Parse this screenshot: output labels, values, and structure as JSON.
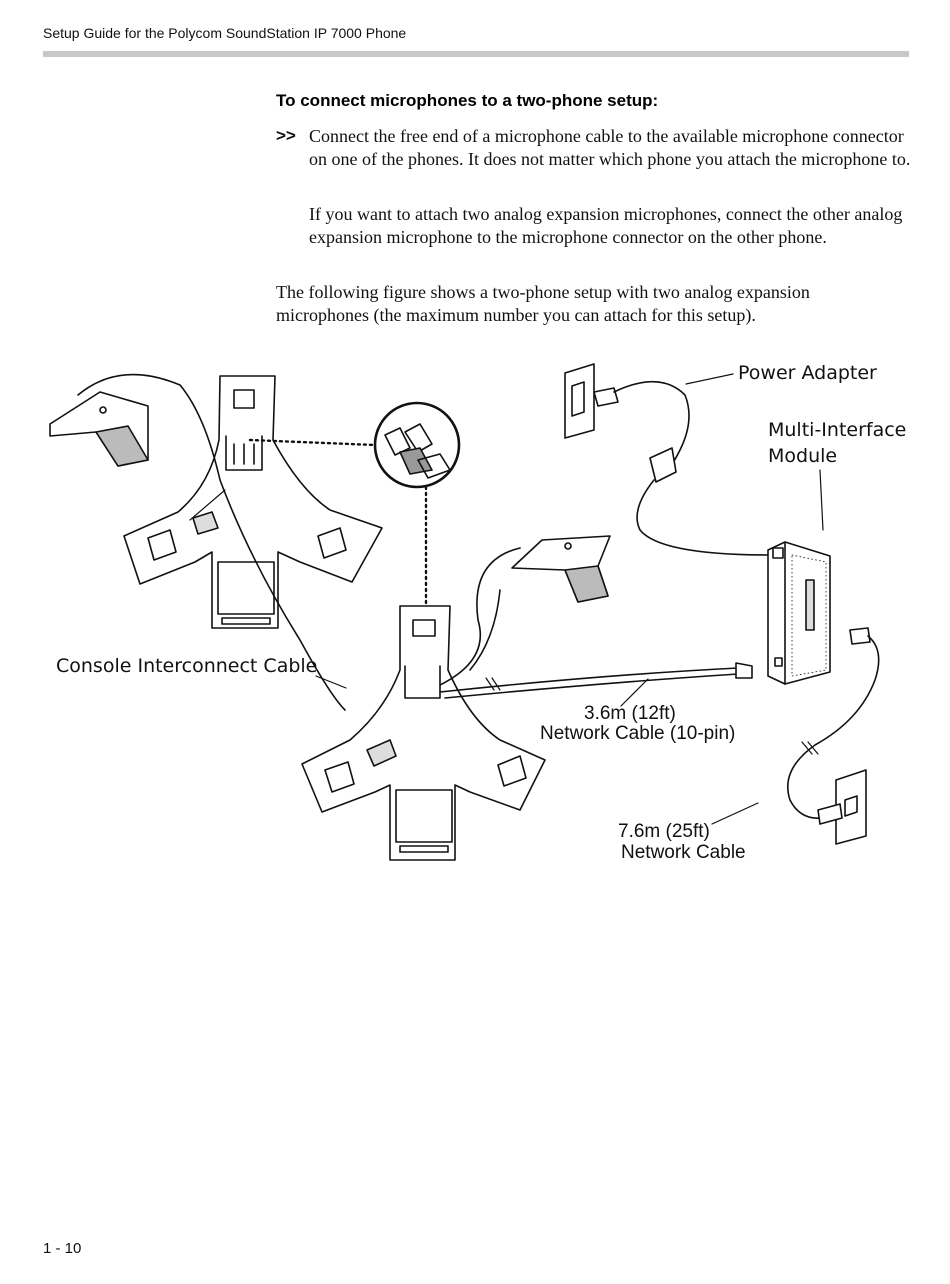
{
  "header": {
    "running_title": "Setup Guide for the Polycom SoundStation IP 7000 Phone"
  },
  "content": {
    "heading": "To connect microphones to a two-phone setup:",
    "bullet_marker": ">>",
    "step_text": "Connect the free end of a microphone cable to the available microphone connector on one of the phones. It does not matter which phone you attach the microphone to.",
    "step_followup": "If you want to attach two analog expansion microphones, connect the other analog expansion microphone to the microphone connector on the other phone.",
    "figure_intro": "The following figure shows a two-phone setup with two analog expansion microphones (the maximum number you can attach for this setup)."
  },
  "figure": {
    "labels": {
      "power_adapter": "Power Adapter",
      "mim_line1": "Multi-Interface",
      "mim_line2": "Module",
      "console_cable": "Console Interconnect Cable",
      "short_cable_length": "3.6m (12ft)",
      "short_cable_name": "Network Cable (10-pin)",
      "long_cable_length": "7.6m (25ft)",
      "long_cable_name": "Network Cable"
    }
  },
  "footer": {
    "page_number": "1 - 10"
  }
}
